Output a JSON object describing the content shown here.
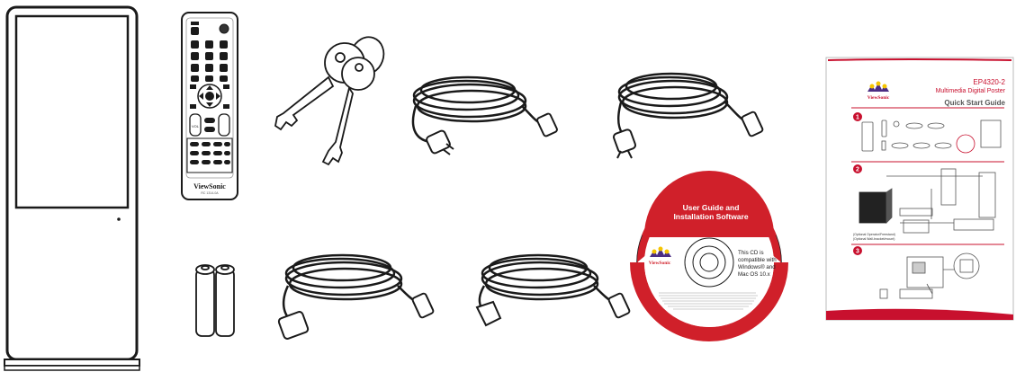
{
  "remote": {
    "brand": "ViewSonic",
    "model": "RC 1314-0A",
    "vol_label": "VOL"
  },
  "cd": {
    "title_line1": "User Guide and",
    "title_line2": "Installation Software",
    "compat_line1": "This CD is",
    "compat_line2": "compatible with",
    "compat_line3": "Windows® and",
    "compat_line4": "Mac OS 10.x",
    "logo_text": "ViewSonic"
  },
  "guide": {
    "model": "EP4320-2",
    "product": "Multimedia Digital Poster",
    "doc_title": "Quick Start Guide",
    "logo_text": "ViewSonic",
    "step1": "1",
    "step2": "2",
    "step3": "3",
    "option_note1": "(Optional Operator/Freestand)",
    "option_note2": "(Optional Wall-bracket/mount)"
  },
  "colors": {
    "line": "#1a1a1a",
    "cd_red": "#d0202a",
    "guide_red": "#c8102e",
    "logo_purple": "#4b2d83",
    "logo_yellow": "#f5c400"
  }
}
